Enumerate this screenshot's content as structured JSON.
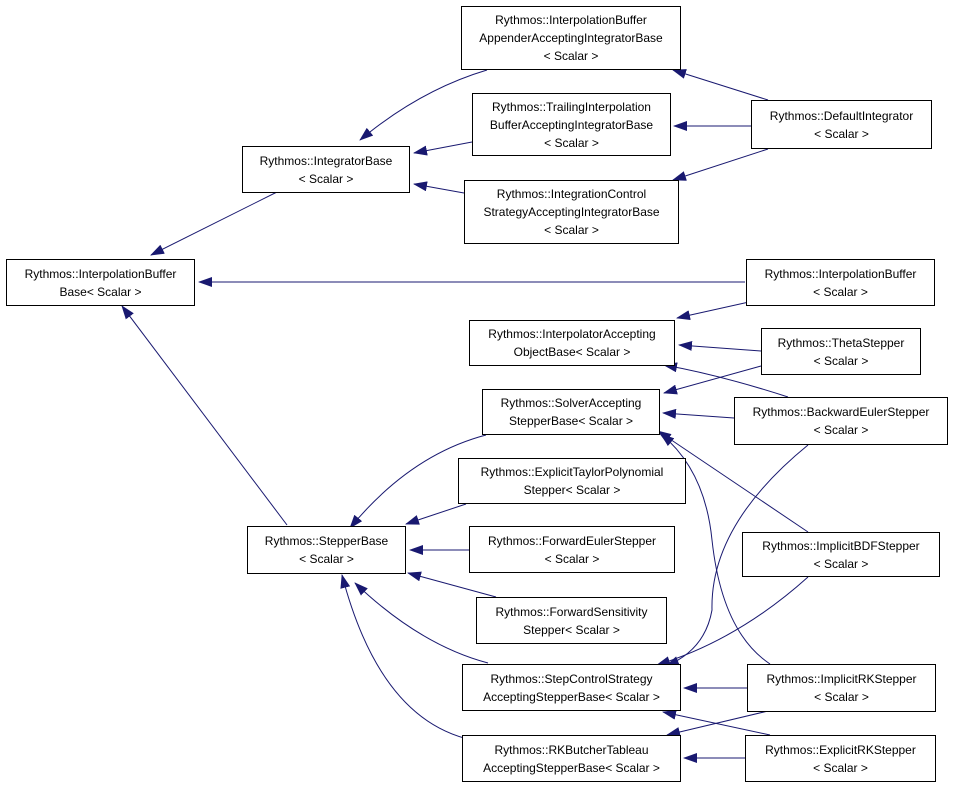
{
  "colors": {
    "edge": "#191970",
    "box_border": "#000000",
    "text": "#000000",
    "background": "#ffffff"
  },
  "nodes": {
    "interpolation_buffer_base": [
      "Rythmos::InterpolationBuffer",
      "Base< Scalar >"
    ],
    "integrator_base": [
      "Rythmos::IntegratorBase",
      "< Scalar >"
    ],
    "interpolation_buffer_appender": [
      "Rythmos::InterpolationBuffer",
      "AppenderAcceptingIntegratorBase",
      "< Scalar >"
    ],
    "trailing_interpolation": [
      "Rythmos::TrailingInterpolation",
      "BufferAcceptingIntegratorBase",
      "< Scalar >"
    ],
    "integration_control": [
      "Rythmos::IntegrationControl",
      "StrategyAcceptingIntegratorBase",
      "< Scalar >"
    ],
    "default_integrator": [
      "Rythmos::DefaultIntegrator",
      "< Scalar >"
    ],
    "interpolation_buffer": [
      "Rythmos::InterpolationBuffer",
      "< Scalar >"
    ],
    "interpolator_accepting": [
      "Rythmos::InterpolatorAccepting",
      "ObjectBase< Scalar >"
    ],
    "theta_stepper": [
      "Rythmos::ThetaStepper",
      "< Scalar >"
    ],
    "solver_accepting": [
      "Rythmos::SolverAccepting",
      "StepperBase< Scalar >"
    ],
    "backward_euler": [
      "Rythmos::BackwardEulerStepper",
      "< Scalar >"
    ],
    "explicit_taylor": [
      "Rythmos::ExplicitTaylorPolynomial",
      "Stepper< Scalar >"
    ],
    "stepper_base": [
      "Rythmos::StepperBase",
      "< Scalar >"
    ],
    "forward_euler": [
      "Rythmos::ForwardEulerStepper",
      "< Scalar >"
    ],
    "implicit_bdf": [
      "Rythmos::ImplicitBDFStepper",
      "< Scalar >"
    ],
    "forward_sensitivity": [
      "Rythmos::ForwardSensitivity",
      "Stepper< Scalar >"
    ],
    "step_control": [
      "Rythmos::StepControlStrategy",
      "AcceptingStepperBase< Scalar >"
    ],
    "implicit_rk": [
      "Rythmos::ImplicitRKStepper",
      "< Scalar >"
    ],
    "rk_butcher": [
      "Rythmos::RKButcherTableau",
      "AcceptingStepperBase< Scalar >"
    ],
    "explicit_rk": [
      "Rythmos::ExplicitRKStepper",
      "< Scalar >"
    ]
  },
  "edges": [
    [
      "integrator_base",
      "interpolation_buffer_base"
    ],
    [
      "interpolation_buffer",
      "interpolation_buffer_base"
    ],
    [
      "stepper_base",
      "interpolation_buffer_base"
    ],
    [
      "interpolation_buffer_appender",
      "integrator_base"
    ],
    [
      "trailing_interpolation",
      "integrator_base"
    ],
    [
      "integration_control",
      "integrator_base"
    ],
    [
      "default_integrator",
      "interpolation_buffer_appender"
    ],
    [
      "default_integrator",
      "trailing_interpolation"
    ],
    [
      "default_integrator",
      "integration_control"
    ],
    [
      "interpolation_buffer",
      "interpolator_accepting"
    ],
    [
      "theta_stepper",
      "interpolator_accepting"
    ],
    [
      "backward_euler",
      "interpolator_accepting"
    ],
    [
      "theta_stepper",
      "solver_accepting"
    ],
    [
      "backward_euler",
      "solver_accepting"
    ],
    [
      "implicit_bdf",
      "solver_accepting"
    ],
    [
      "implicit_rk",
      "solver_accepting"
    ],
    [
      "solver_accepting",
      "stepper_base"
    ],
    [
      "explicit_taylor",
      "stepper_base"
    ],
    [
      "forward_euler",
      "stepper_base"
    ],
    [
      "forward_sensitivity",
      "stepper_base"
    ],
    [
      "step_control",
      "stepper_base"
    ],
    [
      "rk_butcher",
      "stepper_base"
    ],
    [
      "backward_euler",
      "step_control"
    ],
    [
      "implicit_bdf",
      "step_control"
    ],
    [
      "implicit_rk",
      "step_control"
    ],
    [
      "explicit_rk",
      "step_control"
    ],
    [
      "implicit_rk",
      "rk_butcher"
    ],
    [
      "explicit_rk",
      "rk_butcher"
    ]
  ]
}
